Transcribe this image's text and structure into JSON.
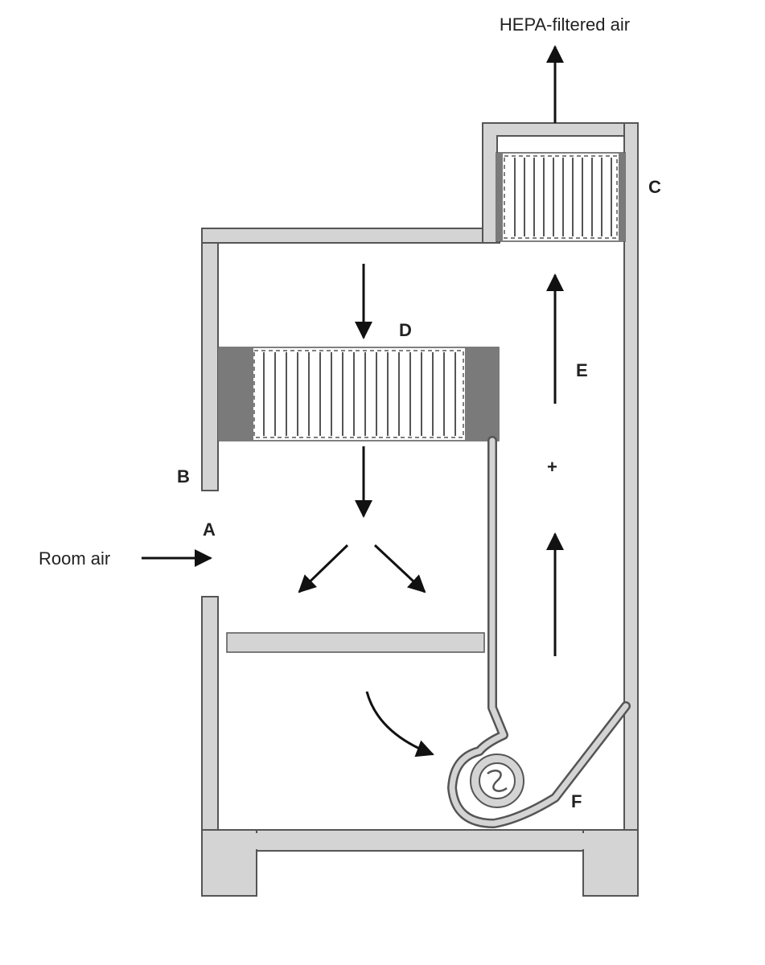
{
  "labels": {
    "hepa_filtered_air": "HEPA-filtered air",
    "room_air": "Room air",
    "a": "A",
    "b": "B",
    "c": "C",
    "d": "D",
    "e": "E",
    "plus": "+",
    "f": "F"
  },
  "colors": {
    "cabinet_wall": "#d4d4d4",
    "outline": "#555555",
    "filter_side_block": "#7a7a7a",
    "arrow": "#111111",
    "text": "#222222"
  }
}
